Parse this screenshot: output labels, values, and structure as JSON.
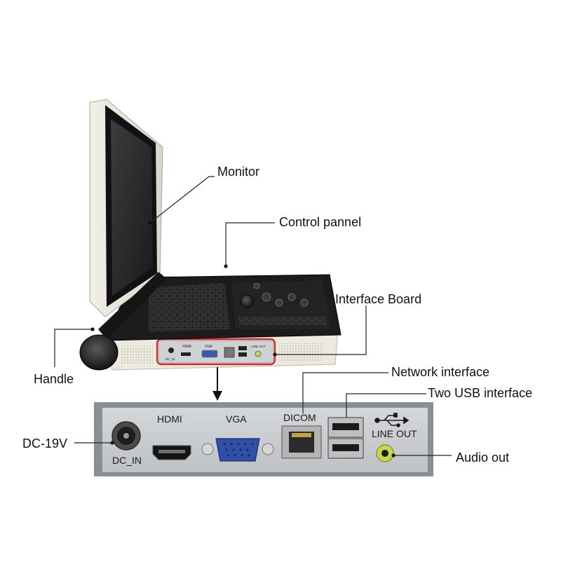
{
  "callouts": {
    "monitor": "Monitor",
    "control_panel": "Control pannel",
    "interface_board": "Interface Board",
    "handle": "Handle",
    "network_interface": "Network interface",
    "usb_interface": "Two USB interface",
    "dc": "DC-19V",
    "audio_out": "Audio out"
  },
  "panel": {
    "hdmi": "HDMI",
    "vga": "VGA",
    "dicom": "DICOM",
    "line_out": "LINE OUT",
    "dc_in": "DC_IN"
  },
  "mini_panel": {
    "hdmi": "HDMI",
    "vga": "VGA",
    "dc_in": "DC_IN",
    "line_out": "LINE OUT"
  },
  "colors": {
    "highlight": "#e0242a",
    "panel_face": "#c9ccce",
    "vga_blue": "#2f4fa8",
    "audio_jack": "#c6d84a"
  }
}
